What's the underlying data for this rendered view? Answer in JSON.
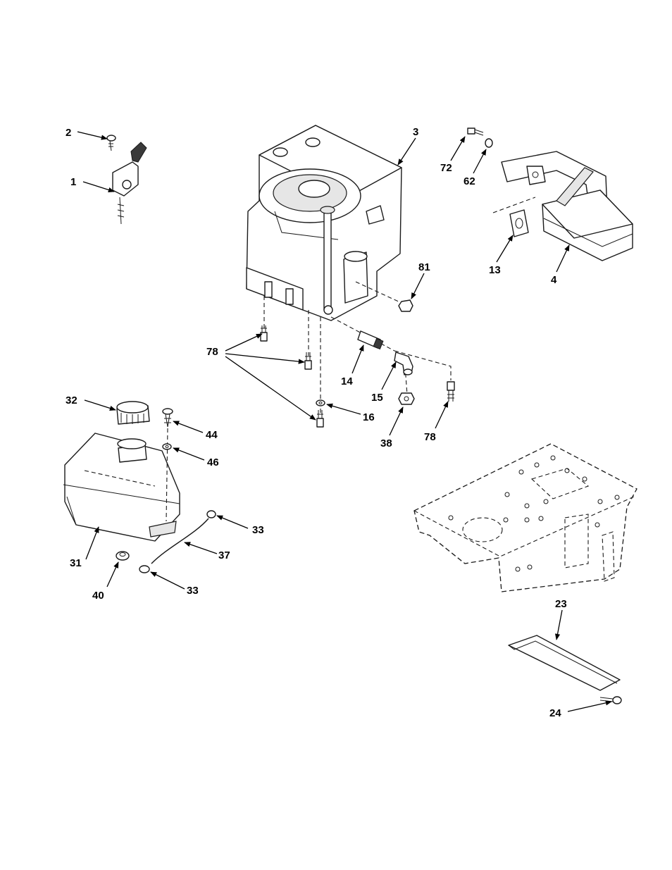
{
  "callouts": {
    "c1": "1",
    "c2": "2",
    "c3": "3",
    "c4": "4",
    "c13": "13",
    "c14": "14",
    "c15": "15",
    "c16": "16",
    "c23": "23",
    "c24": "24",
    "c31": "31",
    "c32": "32",
    "c33a": "33",
    "c33b": "33",
    "c37": "37",
    "c38": "38",
    "c40": "40",
    "c44": "44",
    "c46": "46",
    "c62": "62",
    "c72": "72",
    "c78a": "78",
    "c78b": "78",
    "c81": "81"
  }
}
